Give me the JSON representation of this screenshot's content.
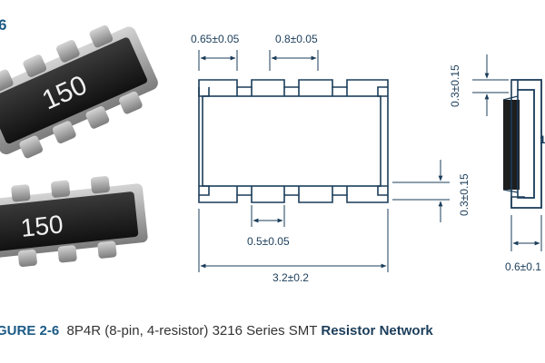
{
  "figure": {
    "number_fragment": "6",
    "caption_label": "GURE 2-6",
    "caption_text": "8P4R (8-pin, 4-resistor) 3216 Series SMT",
    "caption_bold": "Resistor Network"
  },
  "photo": {
    "top_marking": "150",
    "bottom_marking": "150"
  },
  "dimensions": {
    "pad_width_outer": "0.65±0.05",
    "pad_pitch": "0.8±0.05",
    "pad_width_inner": "0.5±0.05",
    "length": "3.2±0.2",
    "pad_length_right": "0.3±0.15",
    "side_pad_top": "0.3±0.15",
    "side_width": "0.6±0.1",
    "side_partial": "1"
  },
  "colors": {
    "line": "#1b3d5a",
    "accent": "#1b5a86",
    "body": "#1e1e1e",
    "terminal": "#a8a8a8"
  }
}
